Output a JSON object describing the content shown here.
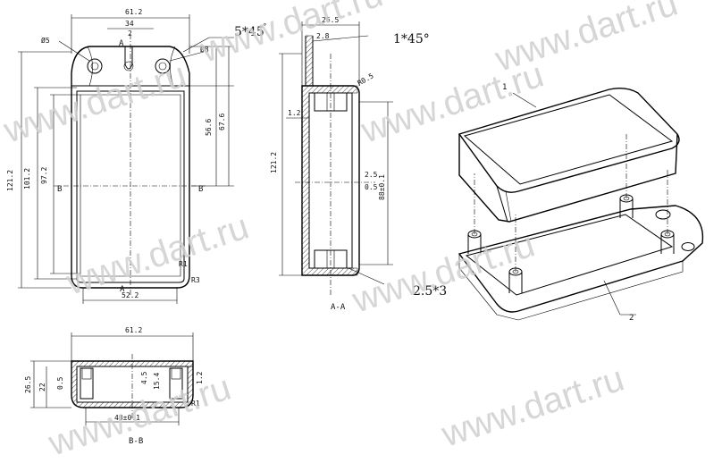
{
  "dimensions": {
    "top_width": "61.2",
    "top_inner": "34",
    "top_2": "2",
    "top_A": "A",
    "hole_d5": "Ø5",
    "hole_d8": "Ø8",
    "chamfer_5x45": "5*45",
    "chamfer_45_sup": "°",
    "left_121_2": "121.2",
    "left_101_2": "101.2",
    "left_97_2": "97.2",
    "right_56_6": "56.6",
    "right_67_6": "67.6",
    "section_B_left": "B",
    "section_B_right": "B",
    "bottom_52_2": "52.2",
    "radius_R3": "R3",
    "radius_R1": "R1",
    "bottom_A": "A",
    "side_26_5": "26.5",
    "side_2_8": "2.8",
    "side_1x45": "1*45°",
    "side_R0_5": "R0.5",
    "side_1_2": "1.2",
    "side_121_2": "121.2",
    "side_2_5": "2.5",
    "side_0_5": "0.5",
    "side_88": "88±0.1",
    "side_2_5x3": "2.5*3",
    "section_AA": "A-A",
    "bb_61_2": "61.2",
    "bb_26_5": "26.5",
    "bb_22": "22",
    "bb_0_5": "0.5",
    "bb_4_5": "4.5",
    "bb_15_4": "15.4",
    "bb_1_2": "1.2",
    "bb_R1": "R1",
    "bb_48": "48±0.1",
    "section_BB": "B-B",
    "part_1": "1",
    "part_2": "2"
  },
  "watermark": {
    "text": "www.dart.ru"
  }
}
